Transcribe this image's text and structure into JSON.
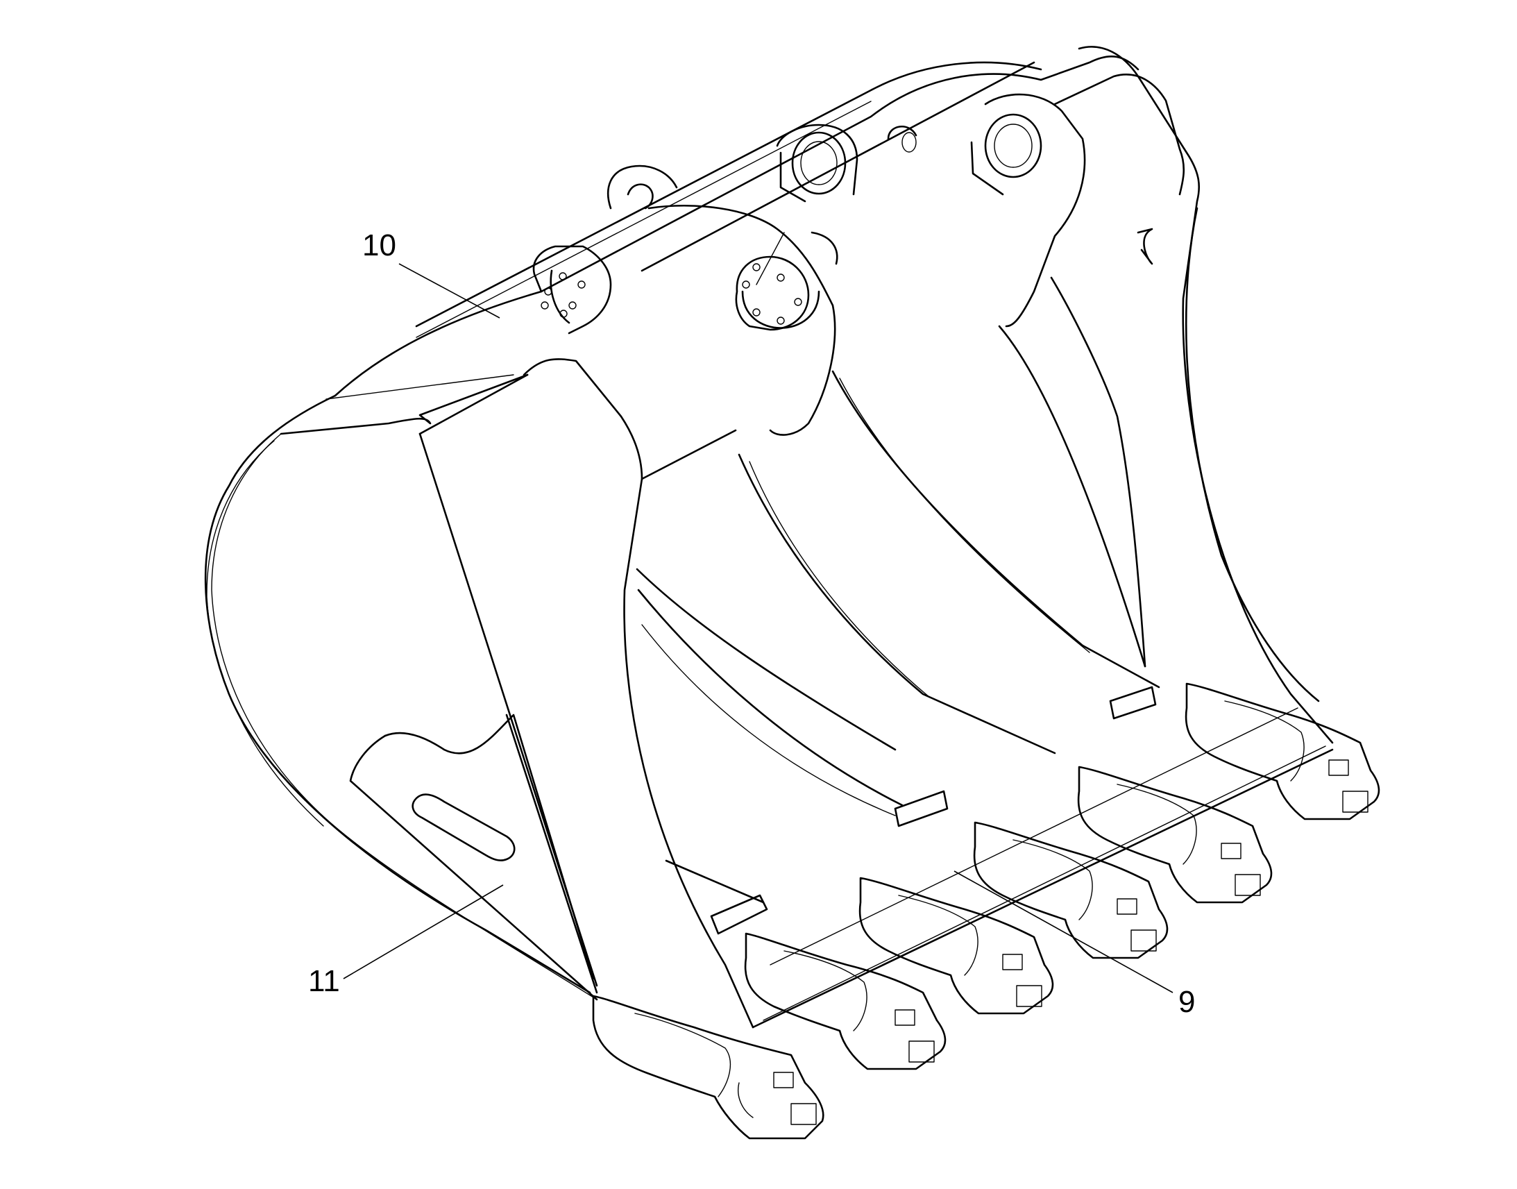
{
  "diagram": {
    "callouts": [
      {
        "id": "10",
        "label": "10"
      },
      {
        "id": "11",
        "label": "11"
      },
      {
        "id": "9",
        "label": "9"
      }
    ],
    "colors": {
      "line": "#000000",
      "background": "#ffffff"
    }
  }
}
